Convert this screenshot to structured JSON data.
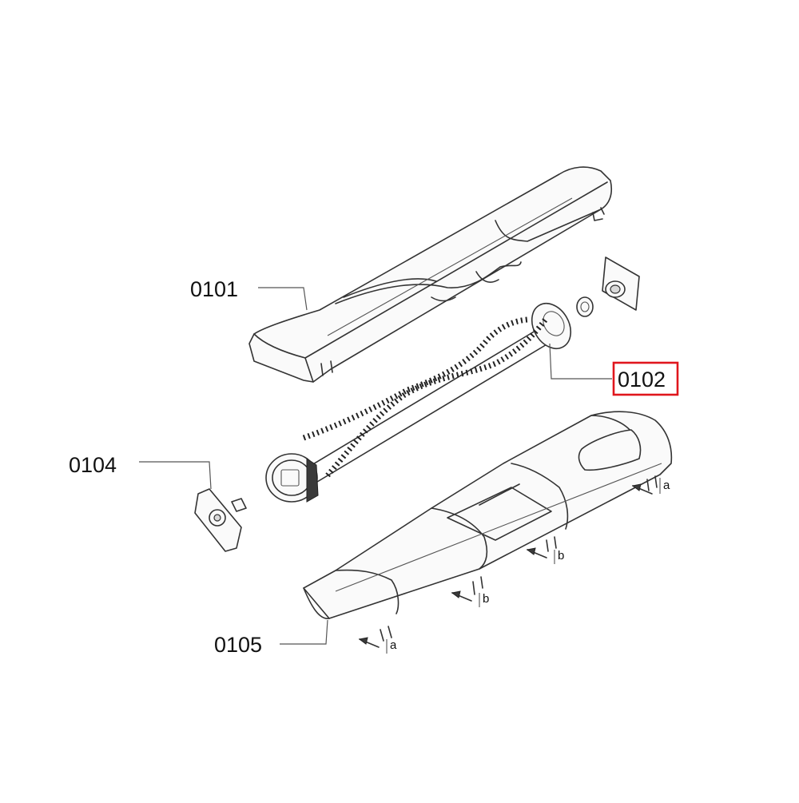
{
  "callouts": {
    "cover": "0101",
    "brush_roll": "0102",
    "end_cap": "0104",
    "base_housing": "0105"
  },
  "highlighted": "brush_roll",
  "highlight_color": "#e0161d",
  "detail_marks": {
    "a": "a",
    "b": "b"
  }
}
